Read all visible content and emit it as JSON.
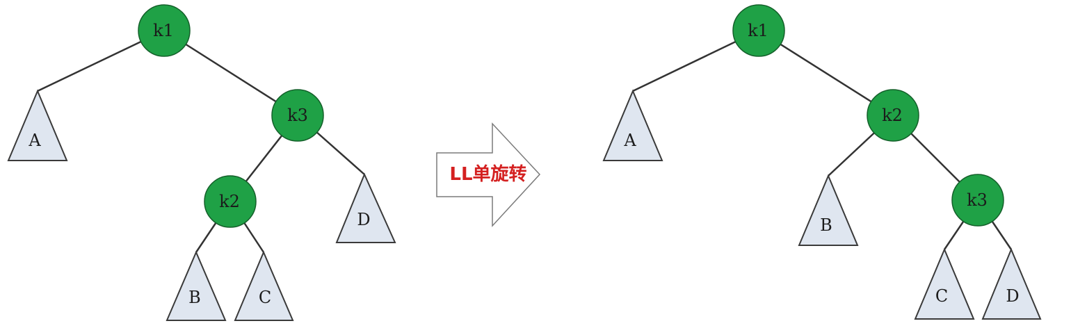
{
  "colors": {
    "node_fill": "#1fa146",
    "subtree_fill": "#dfe6f0",
    "arrow_text": "#d42020"
  },
  "before_tree": {
    "nodes": [
      {
        "id": "k1",
        "label": "k1"
      },
      {
        "id": "k3",
        "label": "k3"
      },
      {
        "id": "k2",
        "label": "k2"
      }
    ],
    "subtrees": [
      {
        "id": "A",
        "label": "A"
      },
      {
        "id": "D",
        "label": "D"
      },
      {
        "id": "B",
        "label": "B"
      },
      {
        "id": "C",
        "label": "C"
      }
    ]
  },
  "rotation_arrow": {
    "label": "LL单旋转"
  },
  "after_tree": {
    "nodes": [
      {
        "id": "k1",
        "label": "k1"
      },
      {
        "id": "k2",
        "label": "k2"
      },
      {
        "id": "k3",
        "label": "k3"
      }
    ],
    "subtrees": [
      {
        "id": "A",
        "label": "A"
      },
      {
        "id": "B",
        "label": "B"
      },
      {
        "id": "C",
        "label": "C"
      },
      {
        "id": "D",
        "label": "D"
      }
    ]
  }
}
